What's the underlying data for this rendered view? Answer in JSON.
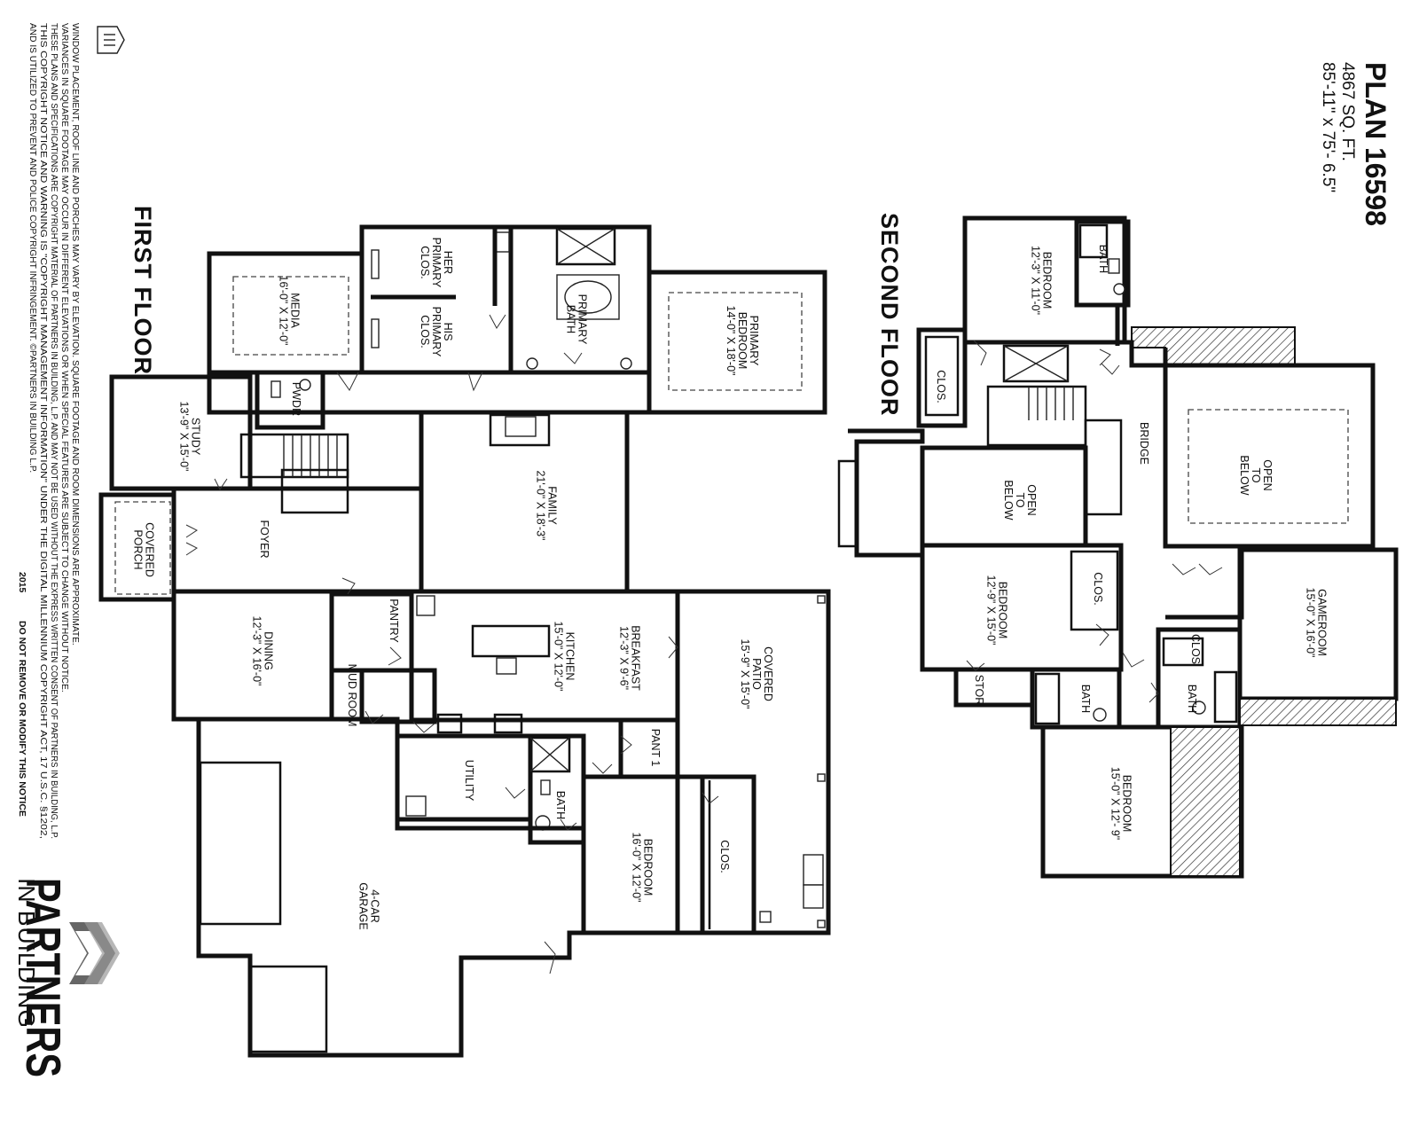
{
  "plan": {
    "title": "PLAN 16598",
    "sqft": "4867 SQ. FT.",
    "dimensions": "85'-11\" x 75'- 6.5\""
  },
  "floors": {
    "first": "FIRST FLOOR",
    "second": "SECOND FLOOR"
  },
  "first_floor_rooms": [
    {
      "name": "MEDIA",
      "size": "16'-0\" X 12'-0\""
    },
    {
      "name": "HER PRIMARY CLOS.",
      "size": ""
    },
    {
      "name": "HIS PRIMARY CLOS.",
      "size": ""
    },
    {
      "name": "PRIMARY BATH",
      "size": ""
    },
    {
      "name": "PRIMARY BEDROOM",
      "size": "14'-0\" X 18'-0\""
    },
    {
      "name": "STUDY",
      "size": "13'-9\" X 15'-0\""
    },
    {
      "name": "PWDR",
      "size": ""
    },
    {
      "name": "FAMILY",
      "size": "21'-0\" X 18'-3\""
    },
    {
      "name": "COVERED PORCH",
      "size": ""
    },
    {
      "name": "FOYER",
      "size": ""
    },
    {
      "name": "DINING",
      "size": "12'-3\" X 16'-0\""
    },
    {
      "name": "PANTRY",
      "size": ""
    },
    {
      "name": "KITCHEN",
      "size": "15'-0\" X 12'-0\""
    },
    {
      "name": "BREAKFAST",
      "size": "12'-3\" X 9'-6\""
    },
    {
      "name": "COVERED PATIO",
      "size": "15'-9\" X 15'-0\""
    },
    {
      "name": "MUD ROOM",
      "size": ""
    },
    {
      "name": "UTILITY",
      "size": ""
    },
    {
      "name": "PANT 1",
      "size": ""
    },
    {
      "name": "BATH",
      "size": ""
    },
    {
      "name": "BEDROOM",
      "size": "16'-0\" X 12'-0\""
    },
    {
      "name": "CLOS.",
      "size": ""
    },
    {
      "name": "4-CAR GARAGE",
      "size": ""
    }
  ],
  "second_floor_rooms": [
    {
      "name": "BEDROOM",
      "size": "12'-3\" X 11'-0\""
    },
    {
      "name": "BATH",
      "size": ""
    },
    {
      "name": "CLOS.",
      "size": ""
    },
    {
      "name": "BRIDGE",
      "size": ""
    },
    {
      "name": "OPEN TO BELOW",
      "size": ""
    },
    {
      "name": "OPEN TO BELOW",
      "size": ""
    },
    {
      "name": "BEDROOM",
      "size": "12'-9\" X 15'-0\""
    },
    {
      "name": "CLOS.",
      "size": ""
    },
    {
      "name": "STOR",
      "size": ""
    },
    {
      "name": "BATH",
      "size": ""
    },
    {
      "name": "CLOS",
      "size": ""
    },
    {
      "name": "BATH",
      "size": ""
    },
    {
      "name": "GAMEROOM",
      "size": "15'-0\" X 16'-0\""
    },
    {
      "name": "BEDROOM",
      "size": "15'-0\" X 12'- 9\""
    }
  ],
  "disclaimer": {
    "lines": [
      "WINDOW PLACEMENT, ROOF LINE AND PORCHES MAY VARY BY ELEVATION.  SQUARE FOOTAGE AND ROOM DIMENSIONS ARE APPROXIMATE.",
      "VARIANCES IN SQUARE FOOTAGE MAY OCCUR IN DIFFERENT ELEVATIONS OR WHEN SPECIAL FEATURES ARE SUBJECT TO CHANGE WITHOUT NOTICE.",
      "THESE PLANS AND SPECIFICATIONS ARE COPYRIGHT MATERIAL OF PARTNERS IN BUILDING, L.P. AND MAY NOT BE USED WITHOUT THE EXPRESS WRITTEN CONSENT OF PARTNERS IN BUILDING, L.P.",
      "THIS COPYRIGHT NOTICE AND WARNING IS \"COPYRIGHT MANAGEMENT INFORMATION\" UNDER THE DIGITAL MILLENNIUM COPYRIGHT ACT, 17 U.S.C. §1202,",
      "AND IS UTILIZED TO PREVENT AND POLICE COPYRIGHT INFRINGEMENT.  ©PARTNERS IN BUILDING L.P."
    ],
    "year": "2015",
    "notice": "DO NOT REMOVE OR MODIFY THIS NOTICE"
  },
  "logo": {
    "name": "PARTNERS",
    "tagline": "IN BUILDING",
    "icon": "chevron-logo-icon"
  },
  "equal_housing_icon": "equal-housing-icon"
}
